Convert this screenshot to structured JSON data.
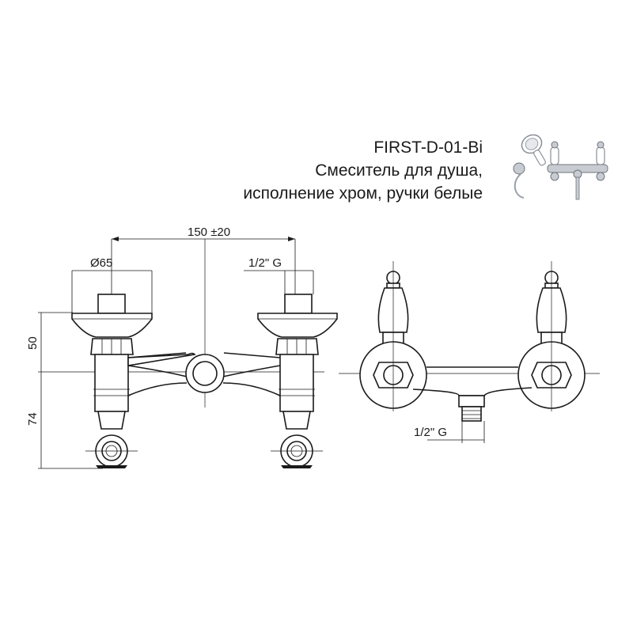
{
  "title": {
    "model": "FIRST-D-01-Bi",
    "line1": "Смеситель для душа,",
    "line2": "исполнение хром, ручки белые"
  },
  "dimensions": {
    "center_distance": "150 ±20",
    "diameter": "Ø65",
    "thread_top": "1/2\" G",
    "height_upper": "50",
    "height_lower": "74",
    "thread_outlet": "1/2\" G"
  },
  "product_photo": {
    "icon": "shower-mixer-photo",
    "colors": {
      "chrome": "#c8ccd2",
      "handle": "#ffffff",
      "accent": "#1a1a1a"
    }
  }
}
